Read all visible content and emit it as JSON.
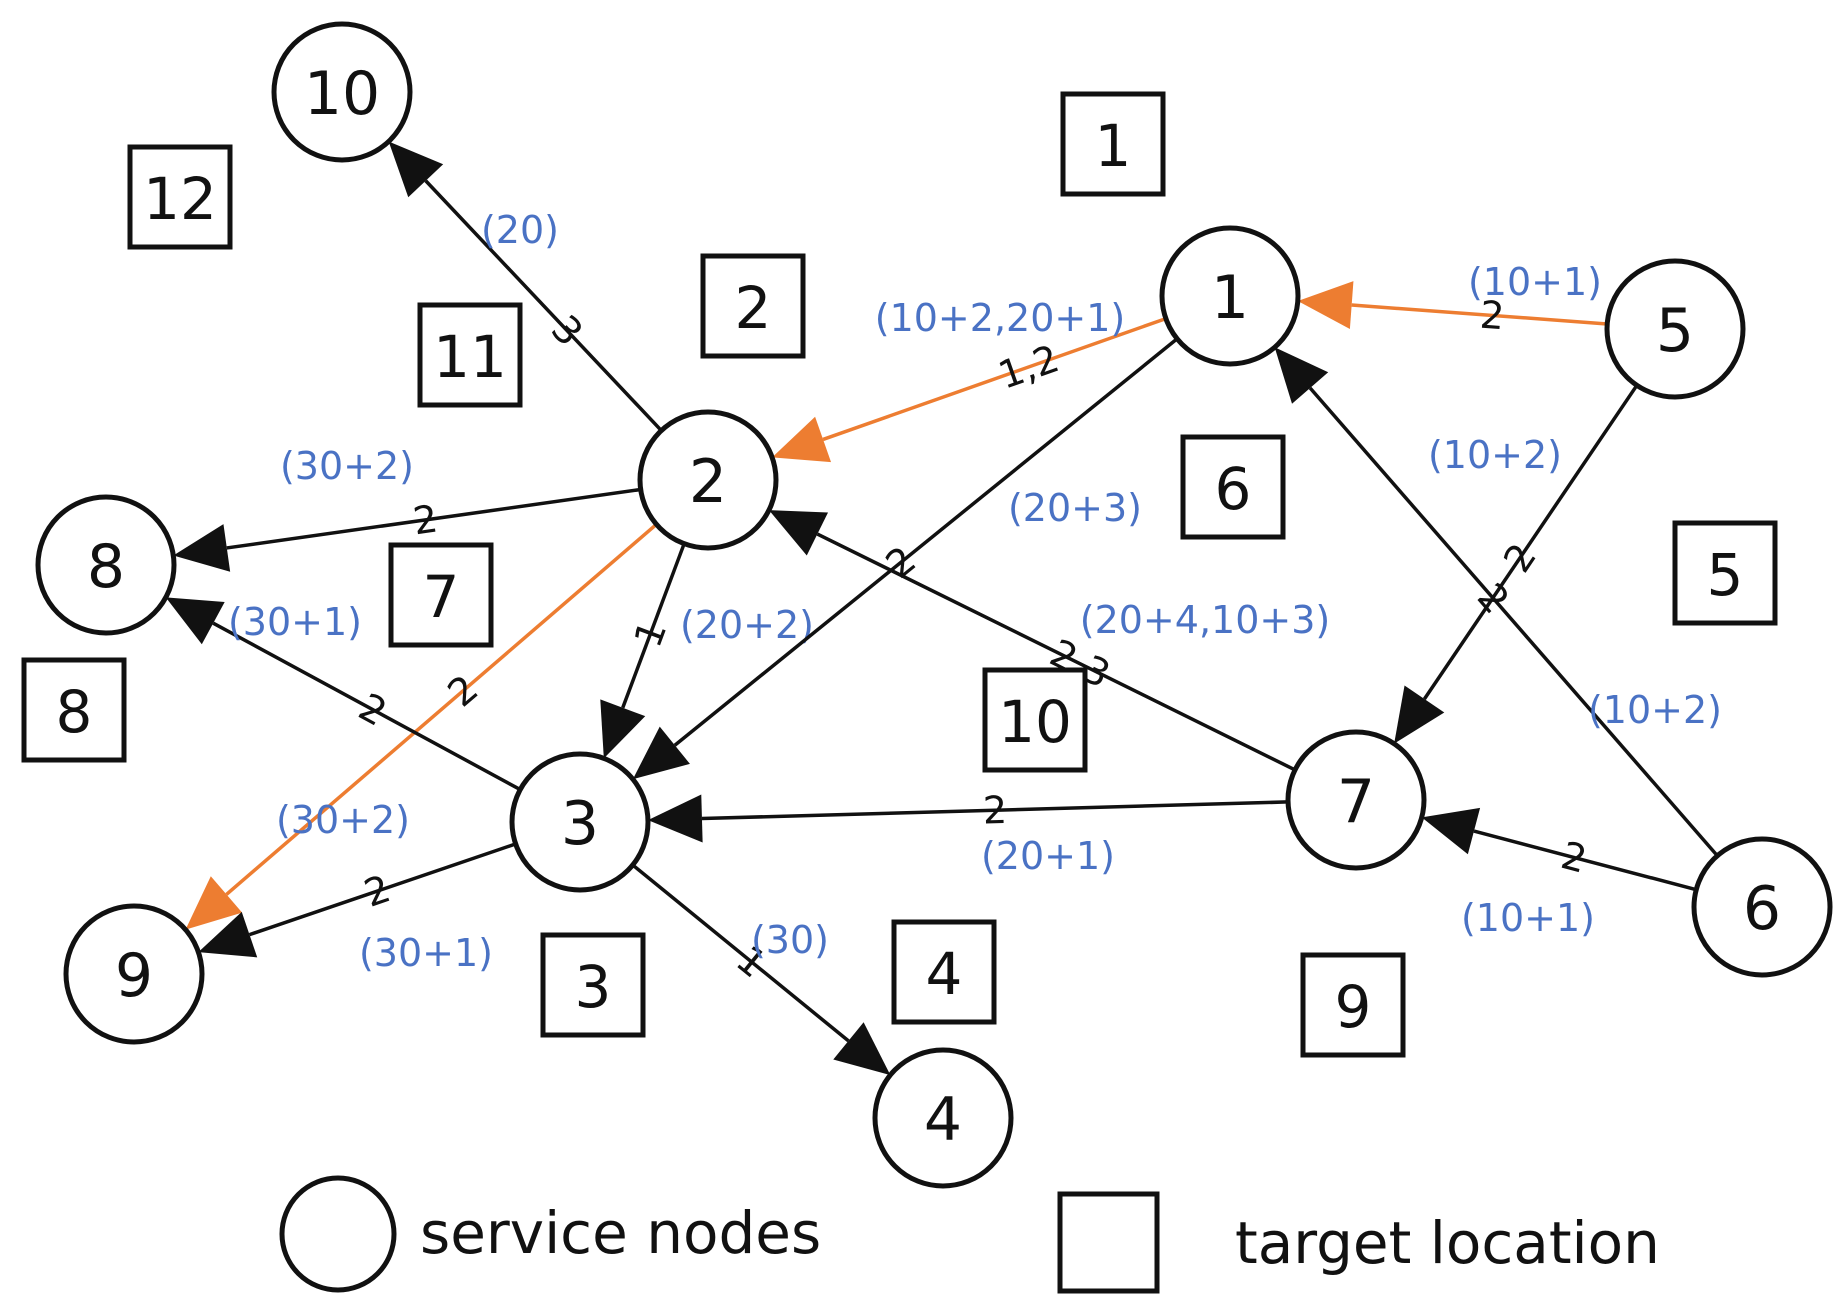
{
  "colors": {
    "default_edge": "#111111",
    "highlight_edge": "#ed7d31",
    "cost_text": "#4a72c4",
    "node_stroke": "#111111",
    "background": "#ffffff"
  },
  "service_nodes": [
    {
      "id": "n1",
      "label": "1"
    },
    {
      "id": "n2",
      "label": "2"
    },
    {
      "id": "n3",
      "label": "3"
    },
    {
      "id": "n4",
      "label": "4"
    },
    {
      "id": "n5",
      "label": "5"
    },
    {
      "id": "n6",
      "label": "6"
    },
    {
      "id": "n7",
      "label": "7"
    },
    {
      "id": "n8",
      "label": "8"
    },
    {
      "id": "n9",
      "label": "9"
    },
    {
      "id": "n10",
      "label": "10"
    }
  ],
  "target_locations": [
    {
      "id": "t1",
      "label": "1"
    },
    {
      "id": "t2",
      "label": "2"
    },
    {
      "id": "t3",
      "label": "3"
    },
    {
      "id": "t4",
      "label": "4"
    },
    {
      "id": "t5",
      "label": "5"
    },
    {
      "id": "t6",
      "label": "6"
    },
    {
      "id": "t7",
      "label": "7"
    },
    {
      "id": "t8",
      "label": "8"
    },
    {
      "id": "t9",
      "label": "9"
    },
    {
      "id": "t10",
      "label": "10"
    },
    {
      "id": "t11",
      "label": "11"
    },
    {
      "id": "t12",
      "label": "12"
    }
  ],
  "edges": [
    {
      "from": "5",
      "to": "1",
      "label": "2",
      "cost": "(10+1)",
      "highlight": true
    },
    {
      "from": "1",
      "to": "2",
      "label": "1,2",
      "cost": "(10+2,20+1)",
      "highlight": true
    },
    {
      "from": "2",
      "to": "9",
      "label": "2",
      "cost": "(30+2)",
      "highlight": true
    },
    {
      "from": "2",
      "to": "10",
      "label": "3",
      "cost": "(20)",
      "highlight": false
    },
    {
      "from": "2",
      "to": "8",
      "label": "2",
      "cost": "(30+2)",
      "highlight": false
    },
    {
      "from": "2",
      "to": "3",
      "label": "1",
      "cost": "(20+2)",
      "highlight": false
    },
    {
      "from": "1",
      "to": "3",
      "label": "2",
      "cost": "(20+3)",
      "highlight": false
    },
    {
      "from": "7",
      "to": "2",
      "label": "2,3",
      "cost": "(20+4,10+3)",
      "highlight": false
    },
    {
      "from": "5",
      "to": "7",
      "label": "2",
      "cost": "(10+2)",
      "highlight": false
    },
    {
      "from": "6",
      "to": "1",
      "label": "2",
      "cost": "(10+2)",
      "highlight": false
    },
    {
      "from": "6",
      "to": "7",
      "label": "2",
      "cost": "(10+1)",
      "highlight": false
    },
    {
      "from": "7",
      "to": "3",
      "label": "2",
      "cost": "(20+1)",
      "highlight": false
    },
    {
      "from": "3",
      "to": "8",
      "label": "2",
      "cost": "(30+1)",
      "highlight": false
    },
    {
      "from": "3",
      "to": "9",
      "label": "2",
      "cost": "(30+1)",
      "highlight": false
    },
    {
      "from": "3",
      "to": "4",
      "label": "1",
      "cost": "(30)",
      "highlight": false
    }
  ],
  "legend": {
    "service_nodes": "service nodes",
    "target_location": "target location"
  }
}
